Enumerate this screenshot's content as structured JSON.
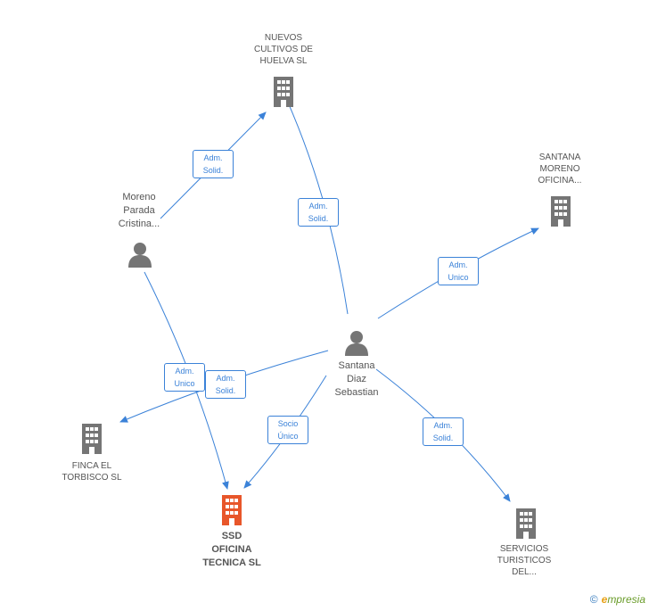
{
  "colors": {
    "edge": "#3b82d8",
    "company_icon": "#757575",
    "focus_icon": "#e8562a",
    "person_icon": "#757575"
  },
  "nodes": {
    "nuevos_cultivos": {
      "lines": [
        "NUEVOS",
        "CULTIVOS DE",
        "HUELVA  SL"
      ],
      "icon": "building-icon"
    },
    "santana_moreno": {
      "lines": [
        "SANTANA",
        "MORENO",
        "OFICINA..."
      ],
      "icon": "building-icon"
    },
    "moreno_parada": {
      "lines": [
        "Moreno",
        "Parada",
        "Cristina..."
      ],
      "icon": "person-icon"
    },
    "santana_diaz": {
      "lines": [
        "Santana",
        "Diaz",
        "Sebastian"
      ],
      "icon": "person-icon"
    },
    "finca_torbisco": {
      "lines": [
        "FINCA EL",
        "TORBISCO SL"
      ],
      "icon": "building-icon"
    },
    "ssd_oficina": {
      "lines": [
        "SSD",
        "OFICINA",
        "TECNICA SL"
      ],
      "icon": "building-icon"
    },
    "servicios_turisticos": {
      "lines": [
        "SERVICIOS",
        "TURISTICOS",
        "DEL..."
      ],
      "icon": "building-icon"
    }
  },
  "relations": {
    "r1": [
      "Adm.",
      "Solid."
    ],
    "r2": [
      "Adm.",
      "Solid."
    ],
    "r3": [
      "Adm.",
      "Unico"
    ],
    "r4": [
      "Adm.",
      "Unico"
    ],
    "r5": [
      "Adm.",
      "Solid."
    ],
    "r6": [
      "Socio",
      "Único"
    ],
    "r7": [
      "Adm.",
      "Solid."
    ]
  },
  "footer": {
    "copyright": "©",
    "brand_initial": "e",
    "brand_rest": "mpresia"
  }
}
